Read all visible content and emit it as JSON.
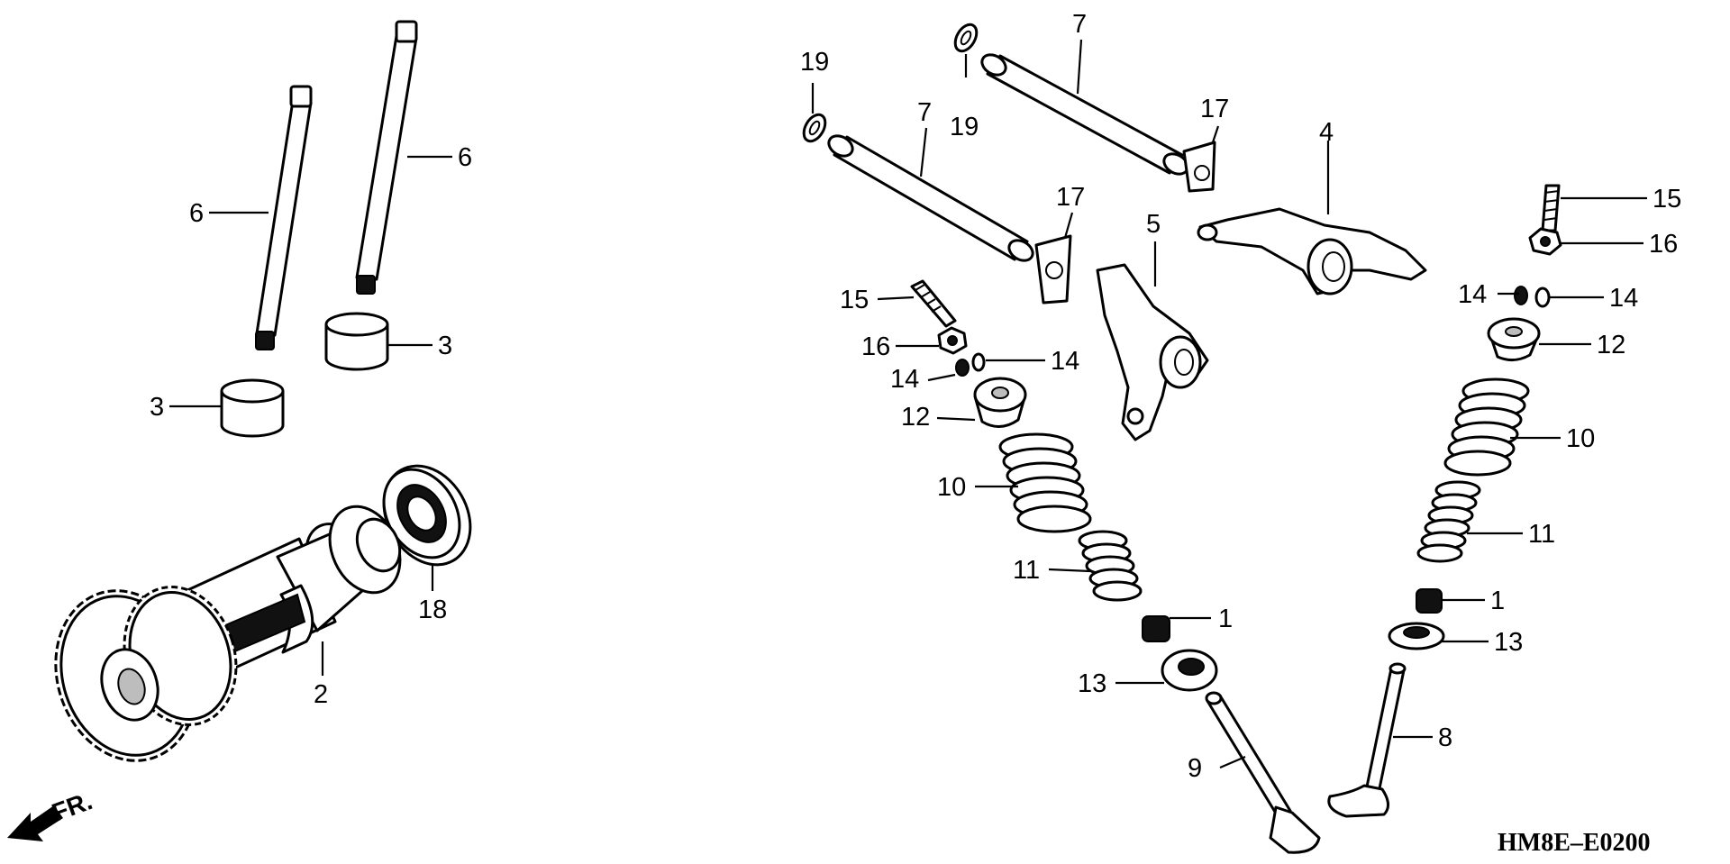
{
  "diagram": {
    "code": "HM8E–E0200",
    "direction_label": "FR.",
    "callouts": {
      "c1a": "1",
      "c1b": "1",
      "c2": "2",
      "c3a": "3",
      "c3b": "3",
      "c4": "4",
      "c5": "5",
      "c6a": "6",
      "c6b": "6",
      "c7a": "7",
      "c7b": "7",
      "c8": "8",
      "c9": "9",
      "c10a": "10",
      "c10b": "10",
      "c11a": "11",
      "c11b": "11",
      "c12a": "12",
      "c12b": "12",
      "c13a": "13",
      "c13b": "13",
      "c14a": "14",
      "c14b": "14",
      "c14c": "14",
      "c14d": "14",
      "c15a": "15",
      "c15b": "15",
      "c16a": "16",
      "c16b": "16",
      "c17a": "17",
      "c17b": "17",
      "c18": "18",
      "c19a": "19",
      "c19b": "19"
    }
  }
}
